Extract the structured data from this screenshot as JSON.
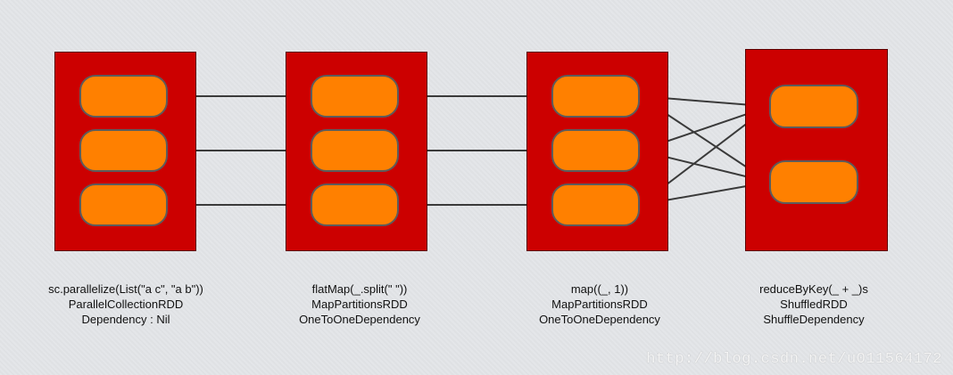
{
  "stages": [
    {
      "lines": [
        "sc.parallelize(List(\"a c\", \"a b\"))",
        "ParallelCollectionRDD",
        "Dependency : Nil"
      ],
      "partitions": 3
    },
    {
      "lines": [
        "flatMap(_.split(\" \"))",
        "MapPartitionsRDD",
        "OneToOneDependency"
      ],
      "partitions": 3
    },
    {
      "lines": [
        "map((_, 1))",
        "MapPartitionsRDD",
        "OneToOneDependency"
      ],
      "partitions": 3
    },
    {
      "lines": [
        "reduceByKey(_ + _)s",
        "ShuffledRDD",
        "ShuffleDependency"
      ],
      "partitions": 2
    }
  ],
  "edges": [
    {
      "from": [
        0,
        0
      ],
      "to": [
        1,
        0
      ]
    },
    {
      "from": [
        0,
        1
      ],
      "to": [
        1,
        1
      ]
    },
    {
      "from": [
        0,
        2
      ],
      "to": [
        1,
        2
      ]
    },
    {
      "from": [
        1,
        0
      ],
      "to": [
        2,
        0
      ]
    },
    {
      "from": [
        1,
        1
      ],
      "to": [
        2,
        1
      ]
    },
    {
      "from": [
        1,
        2
      ],
      "to": [
        2,
        2
      ]
    },
    {
      "from": [
        2,
        0
      ],
      "to": [
        3,
        0
      ]
    },
    {
      "from": [
        2,
        0
      ],
      "to": [
        3,
        1
      ]
    },
    {
      "from": [
        2,
        1
      ],
      "to": [
        3,
        0
      ]
    },
    {
      "from": [
        2,
        1
      ],
      "to": [
        3,
        1
      ]
    },
    {
      "from": [
        2,
        2
      ],
      "to": [
        3,
        0
      ]
    },
    {
      "from": [
        2,
        2
      ],
      "to": [
        3,
        1
      ]
    }
  ],
  "colors": {
    "rdd_fill": "#cc0000",
    "partition_fill": "#ff8000",
    "arrow": "#3a3a3a",
    "background": "#e3e5e8"
  },
  "watermark": "http://blog.csdn.net/u011564172"
}
